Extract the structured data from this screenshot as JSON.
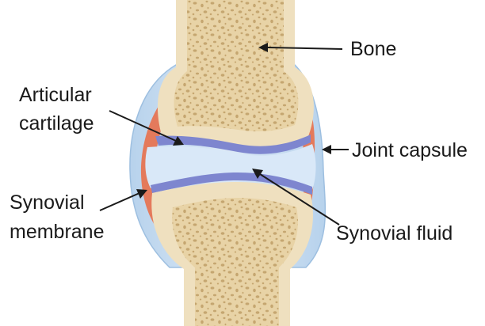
{
  "labels": {
    "bone": "Bone",
    "articular_cartilage_line1": "Articular",
    "articular_cartilage_line2": "cartilage",
    "joint_capsule": "Joint capsule",
    "synovial_membrane_line1": "Synovial",
    "synovial_membrane_line2": "membrane",
    "synovial_fluid": "Synovial fluid"
  },
  "colors": {
    "bone_fill": "#e8d3a6",
    "bone_outer": "#efe0bf",
    "bone_pore": "#b9975e",
    "cartilage": "#7e86cf",
    "joint_capsule": "#c9ddef",
    "joint_capsule_edge": "#9dbfe0",
    "synovial_membrane": "#e47a5c",
    "synovial_fluid": "#d9e8f8",
    "text": "#1a1a1a"
  }
}
